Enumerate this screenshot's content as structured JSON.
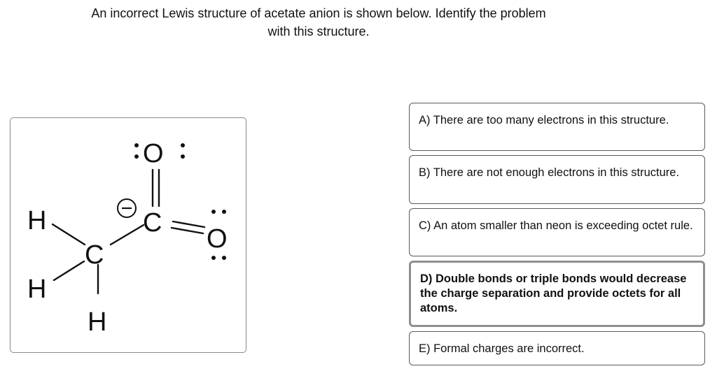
{
  "question": {
    "line1": "An incorrect Lewis structure of acetate anion is shown below. Identify the problem",
    "line2": "with this structure."
  },
  "structure": {
    "atoms": {
      "h_top_left": "H",
      "h_bottom_left": "H",
      "h_bottom": "H",
      "c_methyl": "C",
      "c_carbonyl": "C",
      "o_top": "O",
      "o_right": "O"
    },
    "charge": "−"
  },
  "options": [
    {
      "label": "A) There are too many electrons in this structure.",
      "selected": false
    },
    {
      "label": "B) There are not enough electrons in this structure.",
      "selected": false
    },
    {
      "label": "C) An atom smaller than neon is exceeding octet rule.",
      "selected": false
    },
    {
      "label": "D) Double bonds or triple bonds would decrease the charge separation and provide octets for all atoms.",
      "selected": true
    },
    {
      "label": "E) Formal charges are incorrect.",
      "selected": false
    }
  ]
}
